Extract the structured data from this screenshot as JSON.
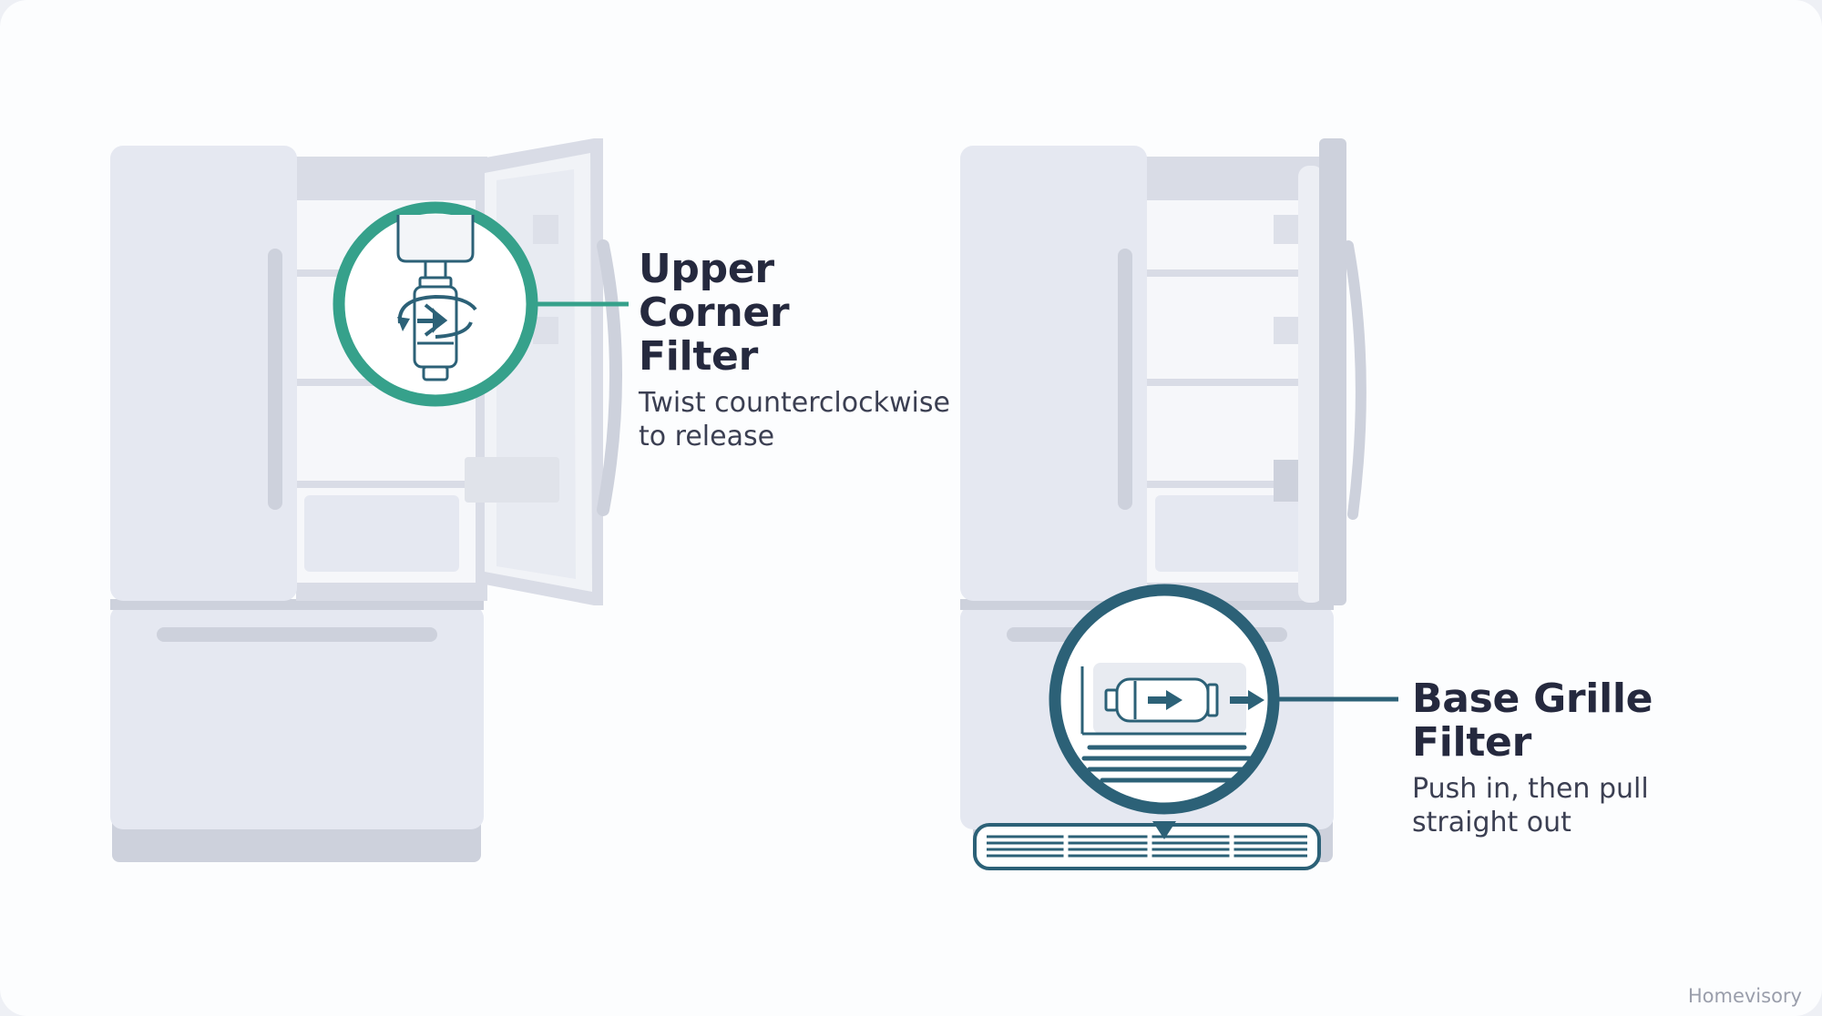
{
  "colors": {
    "background": "#fcfdfe",
    "fridge_body": "#e5e8f1",
    "fridge_shadow": "#cdd1dc",
    "interior": "#f6f7fa",
    "accent_upper": "#36a18b",
    "accent_base": "#2c6177",
    "text_dark": "#25293e",
    "text_muted": "#9a9eab"
  },
  "callouts": {
    "upper": {
      "title": "Upper Corner Filter",
      "description": "Twist counterclockwise to release",
      "icon": "rotate-arrow-icon"
    },
    "base": {
      "title": "Base Grille Filter",
      "description": "Push in, then pull straight out",
      "icon": "push-arrow-icon"
    }
  },
  "brand": "Homevisory"
}
